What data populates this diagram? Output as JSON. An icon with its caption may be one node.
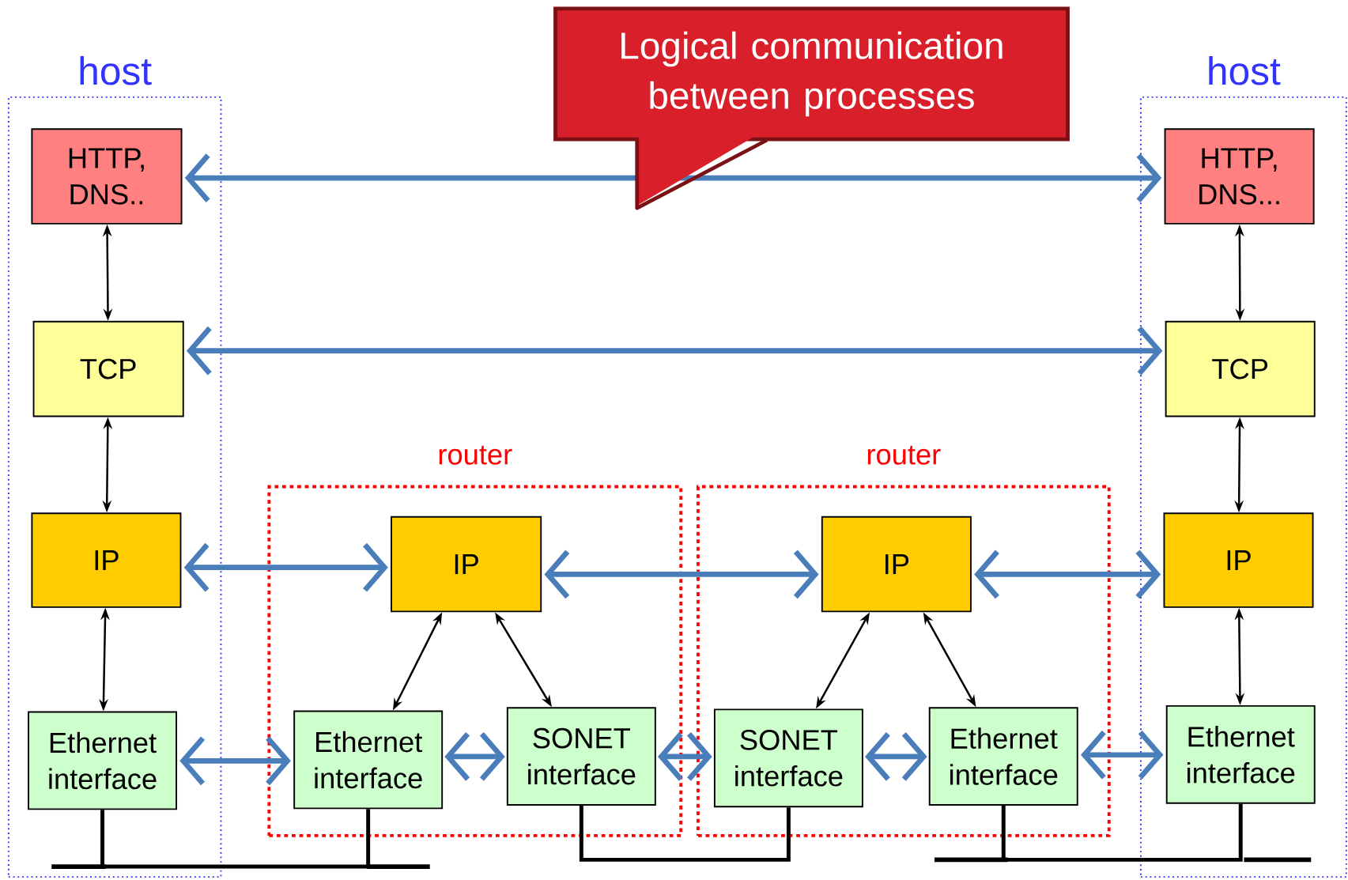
{
  "diagram": {
    "nodes": [
      {
        "text": [
          "host"
        ]
      },
      {
        "text": [
          "HTTP, DNS.."
        ],
        "in": 0
      },
      {
        "text": [
          "TCP"
        ],
        "in": 0
      },
      {
        "text": [
          "IP"
        ],
        "in": 0
      },
      {
        "text": [
          "Ethernet interface"
        ],
        "in": 0
      },
      {
        "text": [
          "Logical communication between processes"
        ]
      },
      {
        "text": [
          "router"
        ]
      },
      {
        "text": [
          "IP"
        ],
        "in": 6
      },
      {
        "text": [
          "Ethernet interface"
        ],
        "in": 6
      },
      {
        "text": [
          "SONET interface"
        ],
        "in": 6
      },
      {
        "text": [
          "router"
        ]
      },
      {
        "text": [
          "IP"
        ],
        "in": 10
      },
      {
        "text": [
          "SONET interface"
        ],
        "in": 10
      },
      {
        "text": [
          "Ethernet interface"
        ],
        "in": 10
      },
      {
        "text": [
          "host"
        ]
      },
      {
        "text": [
          "HTTP, DNS..."
        ],
        "in": 14
      },
      {
        "text": [
          "TCP"
        ],
        "in": 14
      },
      {
        "text": [
          "IP"
        ],
        "in": 14
      },
      {
        "text": [
          "Ethernet interface"
        ],
        "in": 14
      }
    ],
    "edges": [
      {
        "from": 1,
        "to": 2,
        "arrow": "both"
      },
      {
        "from": 2,
        "to": 3,
        "arrow": "both"
      },
      {
        "from": 3,
        "to": 4,
        "arrow": "both"
      },
      {
        "from": 15,
        "to": 16,
        "arrow": "both"
      },
      {
        "from": 16,
        "to": 17,
        "arrow": "both"
      },
      {
        "from": 17,
        "to": 18,
        "arrow": "both"
      },
      {
        "from": 7,
        "to": 8,
        "arrow": "both"
      },
      {
        "from": 7,
        "to": 9,
        "arrow": "both"
      },
      {
        "from": 11,
        "to": 12,
        "arrow": "both"
      },
      {
        "from": 11,
        "to": 13,
        "arrow": "both"
      },
      {
        "from": 1,
        "to": 15,
        "arrow": "both",
        "color": "#4a7ebb"
      },
      {
        "from": 2,
        "to": 16,
        "arrow": "both",
        "color": "#4a7ebb"
      },
      {
        "from": 3,
        "to": 7,
        "arrow": "both",
        "color": "#4a7ebb"
      },
      {
        "from": 7,
        "to": 11,
        "arrow": "both",
        "color": "#4a7ebb"
      },
      {
        "from": 11,
        "to": 17,
        "arrow": "both",
        "color": "#4a7ebb"
      },
      {
        "from": 4,
        "to": 8,
        "arrow": "both",
        "color": "#4a7ebb"
      },
      {
        "from": 8,
        "to": 9,
        "arrow": "both",
        "color": "#4a7ebb"
      },
      {
        "from": 9,
        "to": 12,
        "arrow": "both",
        "color": "#4a7ebb"
      },
      {
        "from": 12,
        "to": 13,
        "arrow": "both",
        "color": "#4a7ebb"
      },
      {
        "from": 13,
        "to": 18,
        "arrow": "both",
        "color": "#4a7ebb"
      },
      {
        "from": 4,
        "to": 8,
        "arrow": "none"
      },
      {
        "from": 9,
        "to": 12,
        "arrow": "none"
      },
      {
        "from": 13,
        "to": 18,
        "arrow": "none"
      }
    ]
  }
}
